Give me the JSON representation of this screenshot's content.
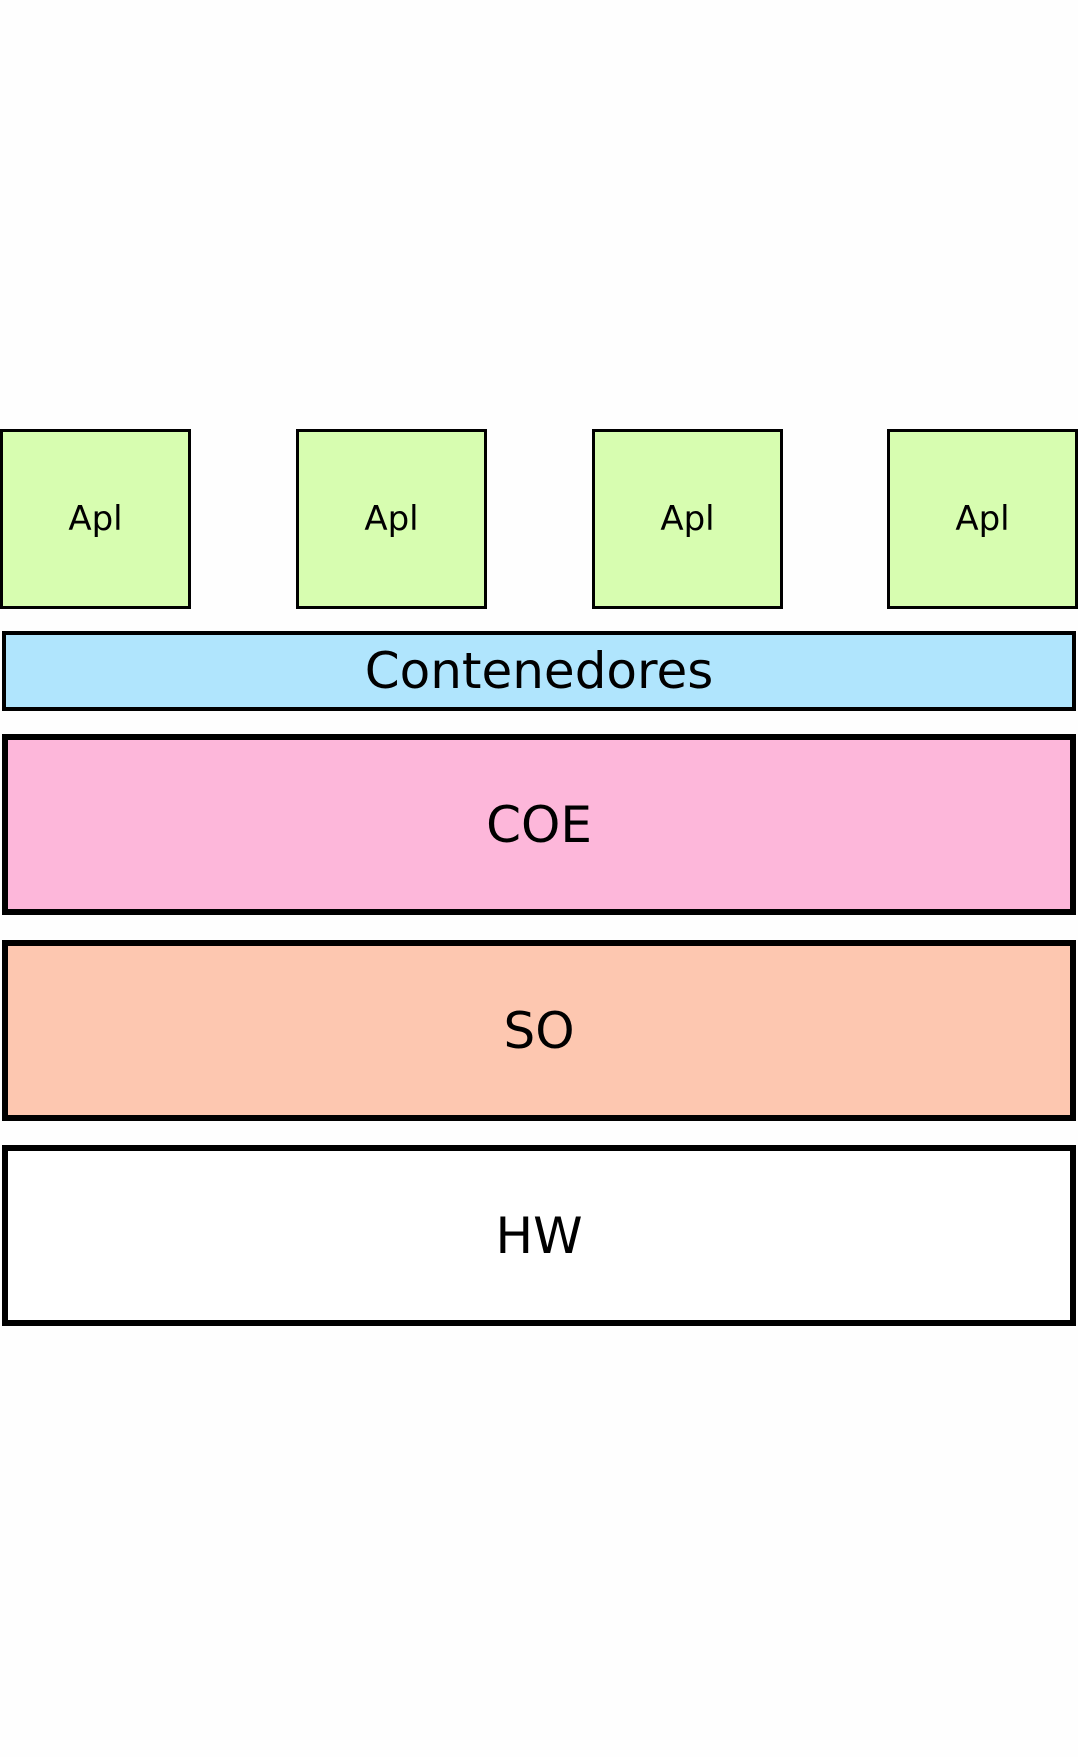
{
  "colors": {
    "apl_fill": "#d7fdb0",
    "contenedores_fill": "#b0e5fd",
    "coe_fill": "#fdb7da",
    "so_fill": "#fdc7b0",
    "hw_fill": "#ffffff",
    "stroke": "#000000"
  },
  "apps": [
    {
      "label": "Apl"
    },
    {
      "label": "Apl"
    },
    {
      "label": "Apl"
    },
    {
      "label": "Apl"
    }
  ],
  "layers": {
    "contenedores": {
      "label": "Contenedores"
    },
    "coe": {
      "label": "COE"
    },
    "so": {
      "label": "SO"
    },
    "hw": {
      "label": "HW"
    }
  }
}
